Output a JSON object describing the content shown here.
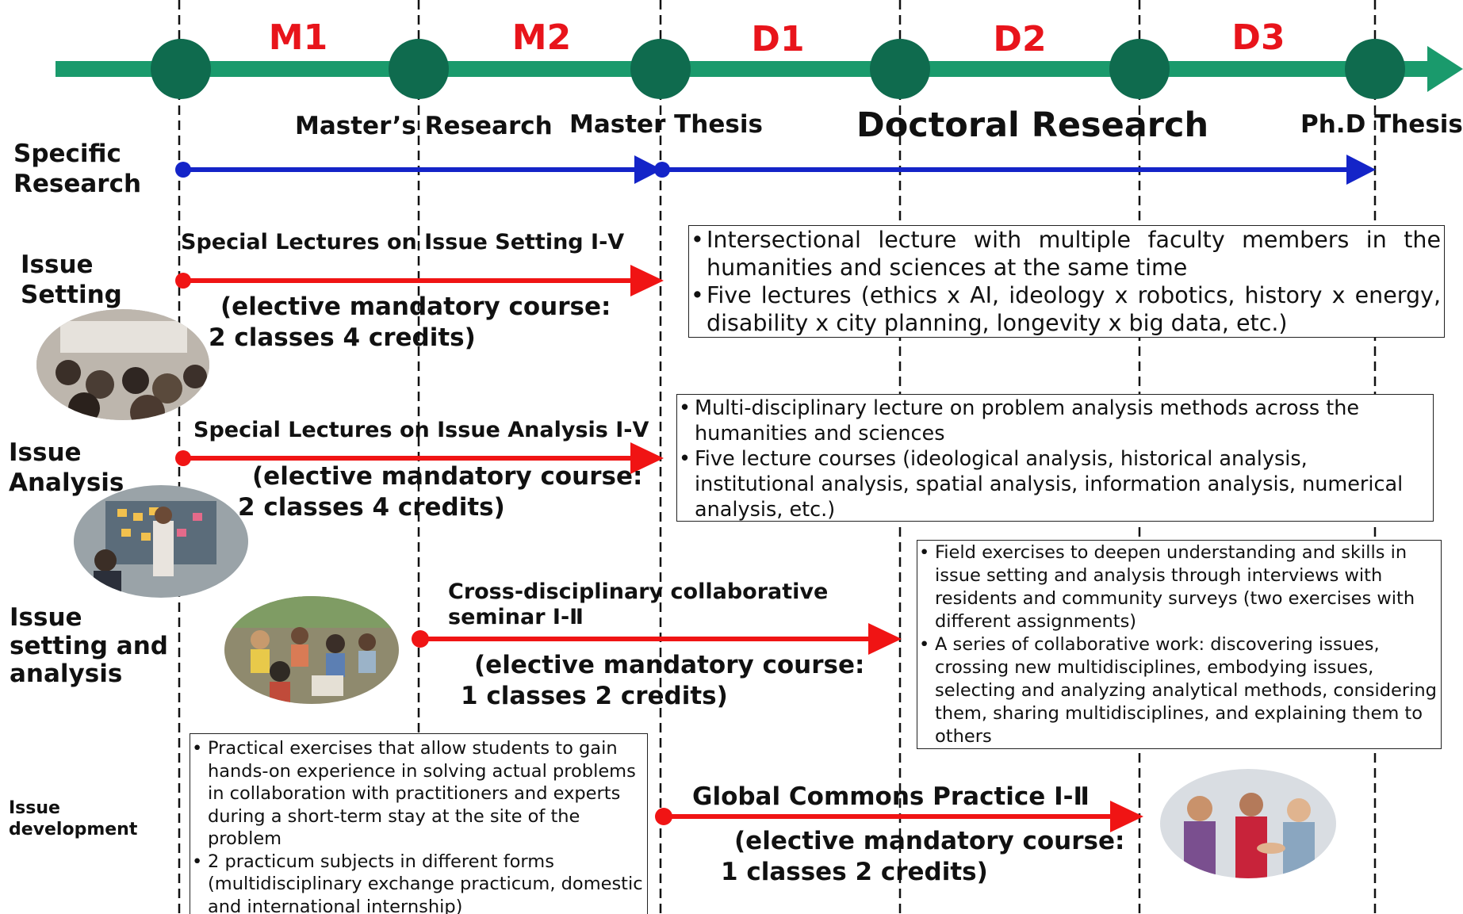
{
  "timeline": {
    "stages": [
      "M1",
      "M2",
      "D1",
      "D2",
      "D3"
    ],
    "milestones": {
      "masters_research": "Master’s Research",
      "master_thesis": "Master Thesis",
      "doctoral_research": "Doctoral Research",
      "phd_thesis": "Ph.D Thesis"
    },
    "colors": {
      "timeline": "#1a9a6c",
      "node": "#0f6b4e",
      "stage_text": "#e8141b",
      "research_arrow": "#1424c8",
      "course_arrow": "#f01414"
    }
  },
  "rows": {
    "specific_research": {
      "label_line1": "Specific",
      "label_line2": "Research"
    },
    "issue_setting": {
      "label_line1": "Issue",
      "label_line2": "Setting",
      "course_title": "Special Lectures on Issue Setting Ⅰ-Ⅴ",
      "course_type_line1": "(elective mandatory course:",
      "course_type_line2": "2 classes 4 credits)",
      "notes": [
        "Intersectional lecture with multiple faculty members in the humanities and sciences at the same time",
        "Five lectures (ethics x AI, ideology x robotics, history x energy, disability x city planning, longevity x big data, etc.)"
      ],
      "photo": "lecture-hall-photo"
    },
    "issue_analysis": {
      "label_line1": "Issue",
      "label_line2": "Analysis",
      "course_title": "Special Lectures on Issue Analysis Ⅰ-Ⅴ",
      "course_type_line1": "(elective mandatory course:",
      "course_type_line2": "2 classes 4 credits)",
      "notes": [
        "Multi-disciplinary lecture on problem analysis methods across the humanities and sciences",
        "Five lecture courses (ideological analysis, historical analysis, institutional analysis, spatial analysis, information analysis, numerical analysis, etc.)"
      ],
      "photo": "workshop-photo"
    },
    "issue_setting_analysis": {
      "label_line1": "Issue",
      "label_line2": "setting and",
      "label_line3": "analysis",
      "course_title_line1": "Cross-disciplinary collaborative",
      "course_title_line2": "seminar Ⅰ-Ⅱ",
      "course_type_line1": "(elective mandatory course:",
      "course_type_line2": "1 classes 2 credits)",
      "notes": [
        "Field exercises to deepen understanding and skills in issue setting and analysis through interviews with residents and community surveys (two exercises with different assignments)",
        "A series of collaborative work: discovering issues, crossing new multidisciplines, embodying issues, selecting and analyzing analytical methods, considering them, sharing multidisciplines, and explaining them to others"
      ],
      "photo": "field-survey-photo"
    },
    "issue_development": {
      "label_line1": "Issue",
      "label_line2": "development",
      "course_title": "Global Commons Practice Ⅰ-Ⅱ",
      "course_type_line1": "(elective mandatory course:",
      "course_type_line2": "1 classes 2 credits)",
      "notes": [
        "Practical exercises that allow students to gain hands-on experience in solving actual problems in collaboration with practitioners and experts during a short-term stay at the site of the problem",
        "2 practicum subjects in different forms (multidisciplinary exchange practicum, domestic and international internship)"
      ],
      "photo": "team-photo"
    }
  }
}
